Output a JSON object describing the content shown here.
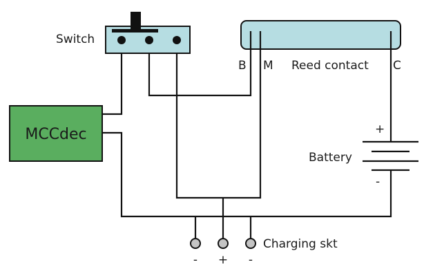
{
  "diagram": {
    "title": "MCCdec reed contact wiring",
    "components": {
      "switch": {
        "label": "Switch",
        "fill": "#b6dde2"
      },
      "reed_contact": {
        "label": "Reed contact",
        "fill": "#b6dde2",
        "terminals": [
          "B",
          "M",
          "C"
        ]
      },
      "decoder": {
        "label": "MCCdec",
        "fill": "#5aae5f"
      },
      "battery": {
        "label": "Battery",
        "plus": "+",
        "minus": "-"
      },
      "charging_socket": {
        "label": "Charging skt",
        "fill": "#c4c4c4",
        "pins": [
          "-",
          "+",
          "-"
        ]
      }
    }
  }
}
